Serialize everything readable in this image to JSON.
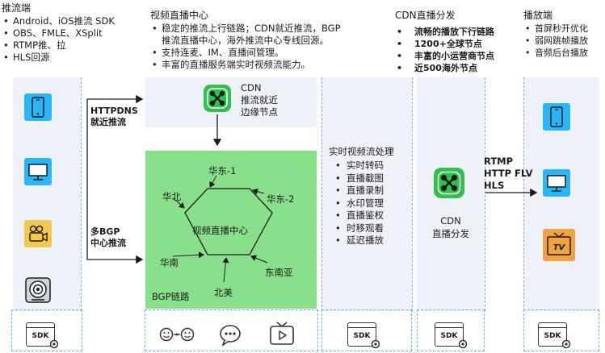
{
  "push": {
    "title": "推流端",
    "items": [
      "Android、iOS推流 SDK",
      "OBS、FMLE、XSplit",
      "RTMP推、拉",
      "HLS回源"
    ]
  },
  "center": {
    "title": "视频直播中心",
    "items": [
      "稳定的推流上行链路；CDN就近推流，BGP推流直播中心，海外推流中心专线回源。",
      "支持连麦、IM、直播间管理。",
      "丰富的直播服务端实时视频流能力。"
    ],
    "item1_line1": "稳定的推流上行链路；CDN就近推流，BGP",
    "item1_line2": "推流直播中心，海外推流中心专线回源。",
    "item2": "支持连麦、IM、直播间管理。",
    "item3": "丰富的直播服务端实时视频流能力。"
  },
  "cdn": {
    "title": "CDN直播分发",
    "items": [
      "流畅的播放下行链路",
      "1200+全球节点",
      "丰富的小运营商节点",
      "近500海外节点"
    ]
  },
  "play": {
    "title": "播放端",
    "items": [
      "首屏秒开优化",
      "弱网跳帧播放",
      "音频后台播放"
    ]
  },
  "arrows": {
    "httpdns_line1": "HTTPDNS",
    "httpdns_line2": "就近推流",
    "bgp_line1": "多BGP",
    "bgp_line2": "中心推流",
    "proto1": "RTMP",
    "proto2": "HTTP FLV",
    "proto3": "HLS"
  },
  "edge": {
    "line1": "CDN",
    "line2": "推流就近",
    "line3": "边缘节点"
  },
  "bgp_zone": {
    "hub": "视频直播中心",
    "nodes": [
      "华东-1",
      "华东-2",
      "东南亚",
      "北美",
      "华南",
      "华北"
    ],
    "footer": "BGP链路"
  },
  "realtime": {
    "title": "实时视频流处理",
    "items": [
      "实时转码",
      "直播截图",
      "直播录制",
      "水印管理",
      "直播鉴权",
      "时移观看",
      "延迟播放"
    ]
  },
  "cdn_node": {
    "line1": "CDN",
    "line2": "直播分发"
  },
  "sdk_label": "SDK",
  "icons": [
    "phone-icon",
    "monitor-icon",
    "camera-icon",
    "webcam-icon",
    "sdk-icon",
    "tv-icon",
    "chat-icon",
    "link-icon"
  ],
  "colors": {
    "green_zone": "#88e08a",
    "column_bg": "#eef1f8",
    "icon_cyan": "#29b6f6",
    "icon_yellow": "#f2c94c",
    "icon_orange": "#f2a341",
    "cdn_green": "#2ec24a"
  }
}
